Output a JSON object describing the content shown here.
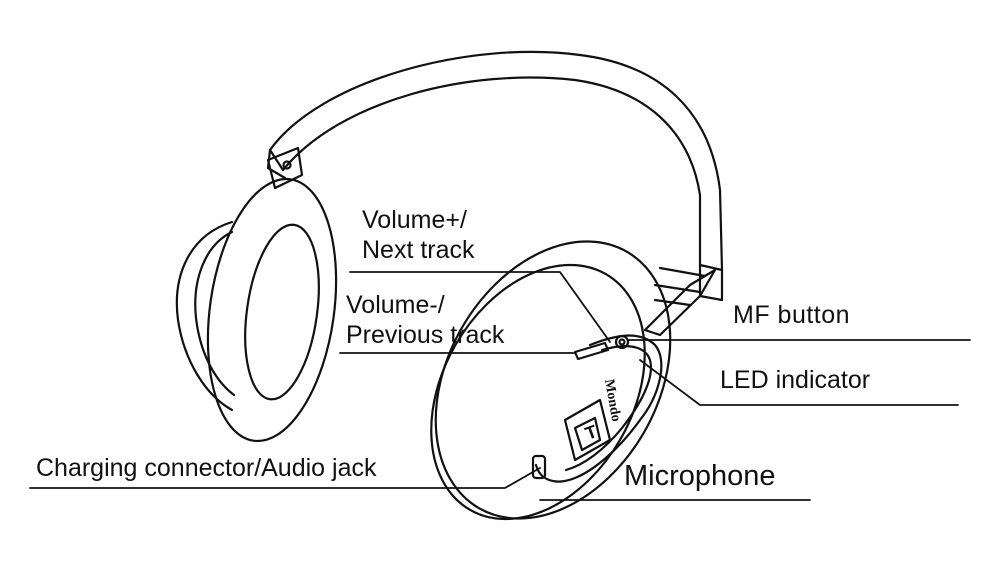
{
  "labels": {
    "volume_up_line1": "Volume+/",
    "volume_up_line2": "Next track",
    "volume_down_line1": "Volume-/",
    "volume_down_line2": "Previous track",
    "mf_button": "MF button",
    "led_indicator": "LED indicator",
    "charging": "Charging connector/Audio jack",
    "microphone": "Microphone"
  },
  "brand": {
    "wordmark": "Mondo",
    "logo_mark": "T"
  },
  "colors": {
    "line": "#111111",
    "background": "#ffffff"
  }
}
